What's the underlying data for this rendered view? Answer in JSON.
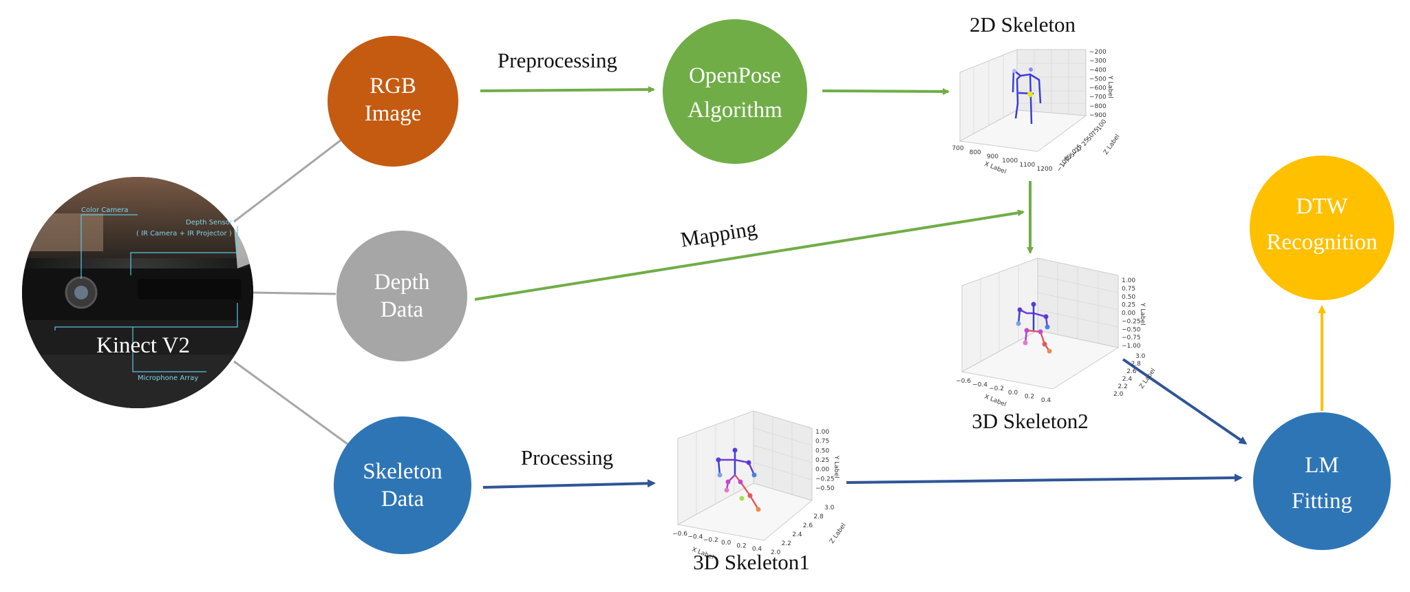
{
  "colors": {
    "rgb_node": "#c55a11",
    "openpose_node": "#70ad47",
    "depth_node": "#a6a6a6",
    "skeleton_node": "#2e75b6",
    "lm_node": "#2e75b6",
    "dtw_node": "#ffc000",
    "green_arrow": "#70ad47",
    "blue_arrow": "#2f5597",
    "yellow_arrow": "#ffc000",
    "gray_line": "#a6a6a6"
  },
  "nodes": {
    "kinect": {
      "label": "Kinect V2",
      "callout_color_camera": "Color Camera",
      "callout_depth": "Depth Sensor",
      "callout_depth_detail": "( IR Camera + IR Projector )",
      "callout_mic": "Microphone Array"
    },
    "rgb": {
      "line1": "RGB",
      "line2": "Image"
    },
    "depth": {
      "line1": "Depth",
      "line2": "Data"
    },
    "skeleton": {
      "line1": "Skeleton",
      "line2": "Data"
    },
    "openpose": {
      "line1": "OpenPose",
      "line2": "Algorithm"
    },
    "lm": {
      "line1": "LM",
      "line2": "Fitting"
    },
    "dtw": {
      "line1": "DTW",
      "line2": "Recognition"
    }
  },
  "edge_labels": {
    "preprocessing": "Preprocessing",
    "mapping": "Mapping",
    "processing": "Processing"
  },
  "plots": {
    "skeleton2d": {
      "caption": "2D Skeleton",
      "x_label": "X Label",
      "y_label": "Y Label",
      "z_label": "Z Label",
      "x_ticks": [
        "700",
        "800",
        "900",
        "1000",
        "1100",
        "1200"
      ],
      "y_ticks": [
        "−200",
        "−300",
        "−400",
        "−500",
        "−600",
        "−700",
        "−800",
        "−900"
      ],
      "z_ticks": [
        "100",
        "75",
        "50",
        "25",
        "0",
        "−25",
        "−50",
        "−75",
        "−100"
      ]
    },
    "skeleton3d_2": {
      "caption": "3D Skeleton2",
      "x_label": "X Label",
      "y_label": "Y Label",
      "z_label": "Z Label",
      "x_ticks": [
        "−0.6",
        "−0.4",
        "−0.2",
        "0.0",
        "0.2",
        "0.4"
      ],
      "y_ticks": [
        "1.00",
        "0.75",
        "0.50",
        "0.25",
        "0.00",
        "−0.25",
        "−0.50",
        "−0.75",
        "−1.00"
      ],
      "z_ticks": [
        "3.0",
        "2.8",
        "2.6",
        "2.4",
        "2.2",
        "2.0"
      ]
    },
    "skeleton3d_1": {
      "caption": "3D Skeleton1",
      "x_label": "X Label",
      "y_label": "Y Label",
      "z_label": "Z Label",
      "x_ticks": [
        "−0.6",
        "−0.4",
        "−0.2",
        "0.0",
        "0.2",
        "0.4"
      ],
      "y_ticks": [
        "1.00",
        "0.75",
        "0.50",
        "0.25",
        "0.00",
        "−0.25",
        "−0.50"
      ],
      "z_ticks": [
        "3.0",
        "2.8",
        "2.6",
        "2.4",
        "2.2",
        "2.0"
      ]
    }
  }
}
